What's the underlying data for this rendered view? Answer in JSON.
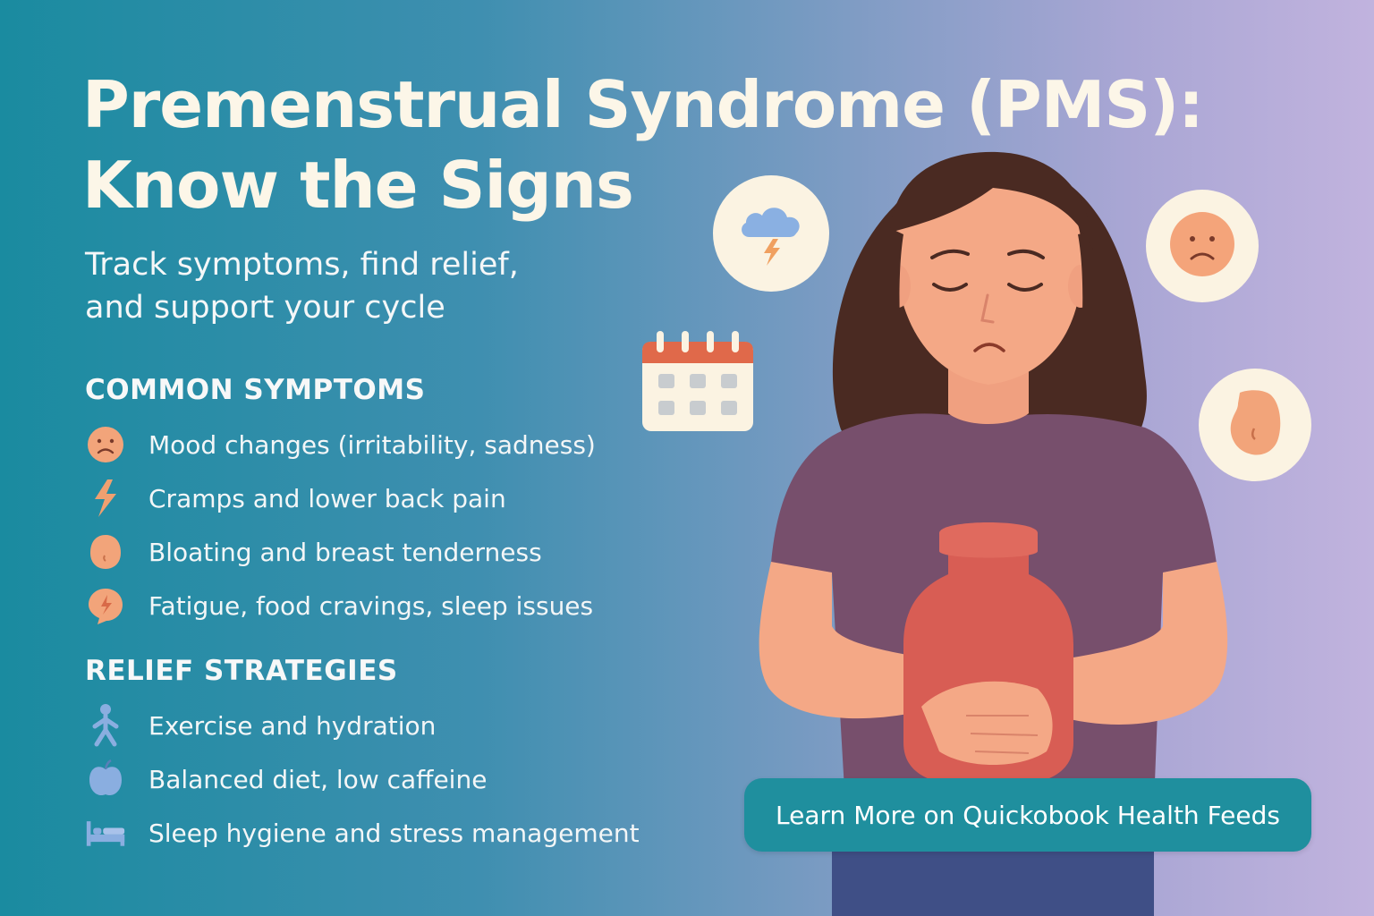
{
  "header": {
    "title_line1": "Premenstrual Syndrome (PMS):",
    "title_line2": "Know the Signs",
    "subtitle_line1": "Track symptoms, find relief,",
    "subtitle_line2": "and support your cycle"
  },
  "symptoms": {
    "heading": "COMMON SYMPTOMS",
    "items": [
      {
        "label": "Mood changes (irritability,  sadness)",
        "icon": "sad-face-icon"
      },
      {
        "label": "Cramps and lower back pain",
        "icon": "lightning-bolt-icon"
      },
      {
        "label": "Bloating and breast tenderness",
        "icon": "belly-icon"
      },
      {
        "label": "Fatigue, food cravings, sleep issues",
        "icon": "fatigue-bubble-icon"
      }
    ]
  },
  "relief": {
    "heading": "RELIEF STRATEGIES",
    "items": [
      {
        "label": "Exercise and hydration",
        "icon": "walking-person-icon"
      },
      {
        "label": "Balanced diet, low caffeine",
        "icon": "apple-icon"
      },
      {
        "label": "Sleep hygiene and stress management",
        "icon": "bed-icon"
      }
    ]
  },
  "cta": {
    "label": "Learn More on Quickobook Health Feeds"
  },
  "illustration": {
    "icons": [
      "storm-cloud-icon",
      "sad-face-icon",
      "calendar-icon",
      "belly-icon",
      "hot-water-bottle-icon"
    ]
  },
  "colors": {
    "title": "#fcf6e8",
    "accent_orange": "#f0a070",
    "accent_blue": "#8aaee0",
    "cta_bg": "#1f8f9e",
    "bottle": "#d85d54",
    "shirt": "#774f6c",
    "skin": "#f4a886",
    "hair": "#4a2a22"
  }
}
